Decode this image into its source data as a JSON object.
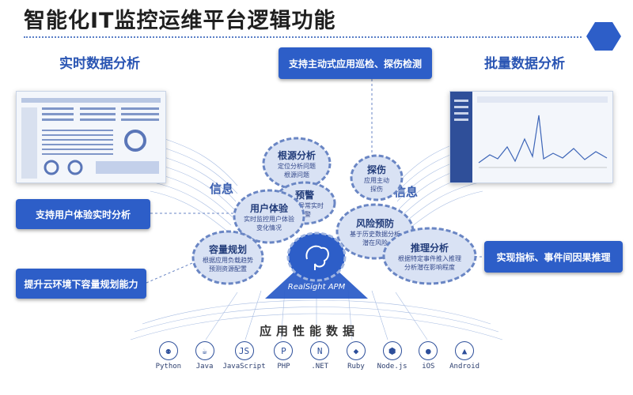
{
  "header": {
    "title": "智能化IT监控运维平台逻辑功能"
  },
  "sections": {
    "realtime": "实时数据分析",
    "batch": "批量数据分析"
  },
  "callouts": {
    "top": "支持主动式应用巡检、探伤检测",
    "left_upper": "支持用户体验实时分析",
    "left_lower": "提升云环境下容量规划能力",
    "right": "实现指标、事件间因果推理"
  },
  "info_labels": {
    "left": "信息",
    "right": "信息"
  },
  "gears": [
    {
      "title": "根源分析",
      "desc": "定位分析问题\n根源问题"
    },
    {
      "title": "探伤",
      "desc": "应用主动\n探伤"
    },
    {
      "title": "预警",
      "desc": "发现异常实时\n告警"
    },
    {
      "title": "用户体验",
      "desc": "实时监控用户体验\n变化情况"
    },
    {
      "title": "风险预防",
      "desc": "基于历史数据分析\n潜在风险"
    },
    {
      "title": "容量规划",
      "desc": "根据应用负载趋势\n预测资源配置"
    },
    {
      "title": "推理分析",
      "desc": "根据特定事件推入推理\n分析潜在影响程度"
    }
  ],
  "center": {
    "brand": "RealSight APM"
  },
  "bottom_label": "应用性能数据",
  "languages": [
    {
      "name": "Python",
      "icon": "python-icon",
      "glyph": "⚉"
    },
    {
      "name": "Java",
      "icon": "java-icon",
      "glyph": "☕"
    },
    {
      "name": "JavaScript",
      "icon": "javascript-icon",
      "glyph": "JS"
    },
    {
      "name": "PHP",
      "icon": "php-icon",
      "glyph": "P"
    },
    {
      "name": ".NET",
      "icon": "dotnet-icon",
      "glyph": "N"
    },
    {
      "name": "Ruby",
      "icon": "ruby-icon",
      "glyph": "◆"
    },
    {
      "name": "Node.js",
      "icon": "nodejs-icon",
      "glyph": "⬢"
    },
    {
      "name": "iOS",
      "icon": "ios-icon",
      "glyph": "●"
    },
    {
      "name": "Android",
      "icon": "android-icon",
      "glyph": "▲"
    }
  ],
  "colors": {
    "accent": "#2d5ec8",
    "gear_fill": "#d9e2f4",
    "gear_stroke": "#6a86c4"
  }
}
